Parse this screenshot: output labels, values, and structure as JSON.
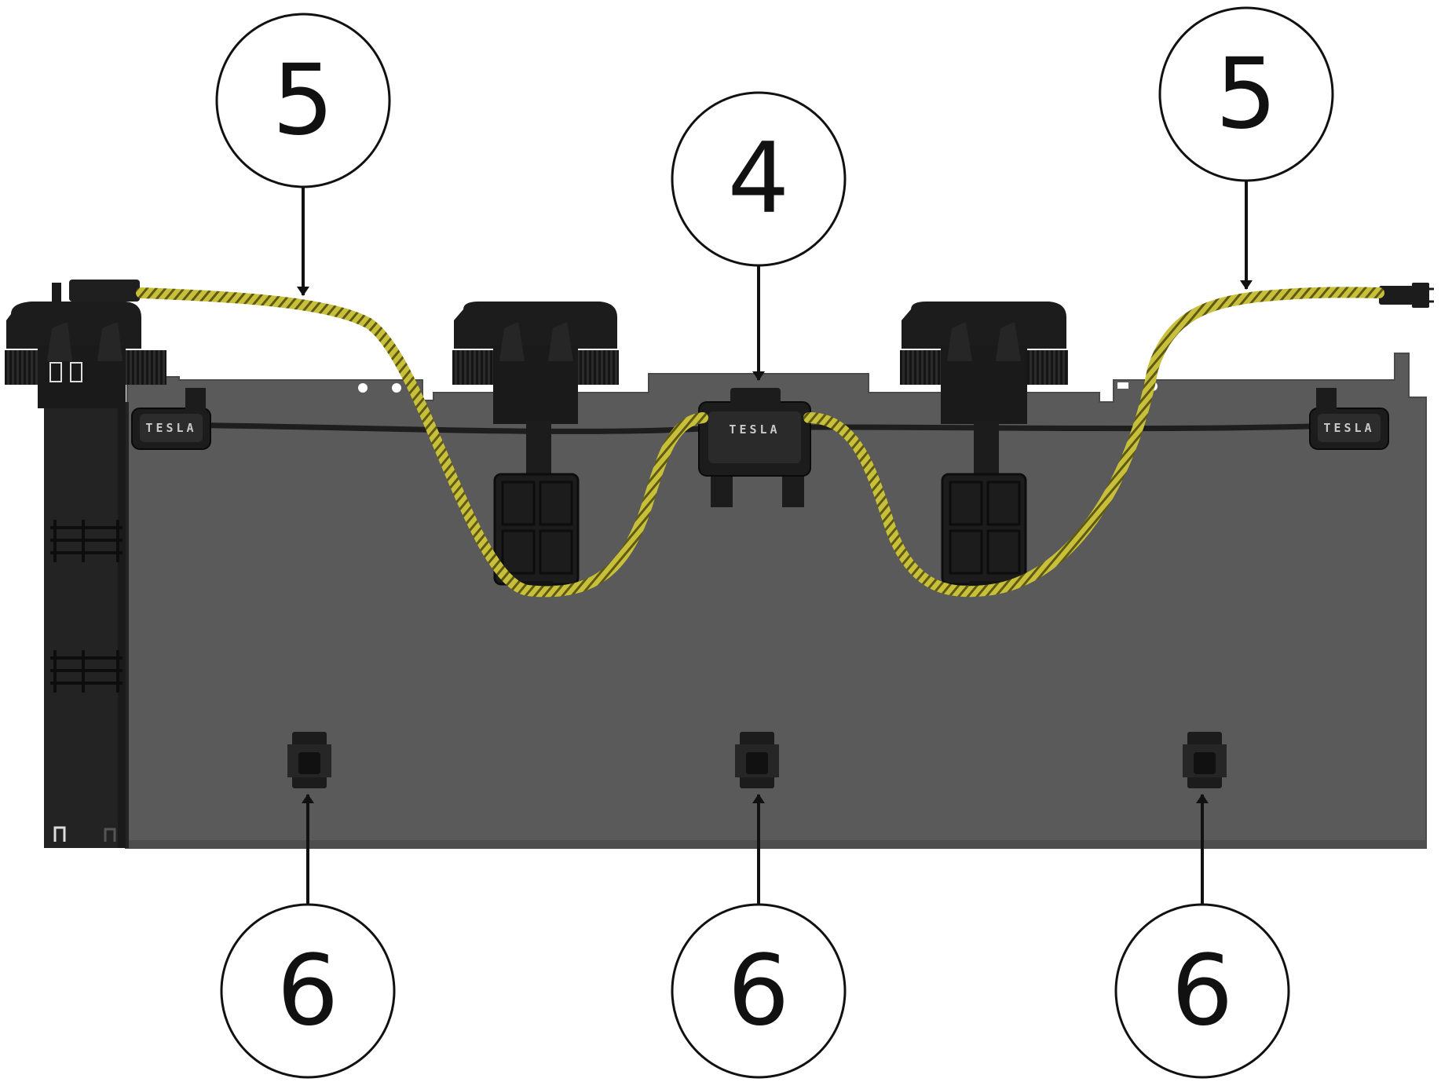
{
  "diagram": {
    "callouts": [
      {
        "id": "cable-left",
        "label": "5"
      },
      {
        "id": "junction-box",
        "label": "4"
      },
      {
        "id": "cable-right",
        "label": "5"
      },
      {
        "id": "clip-left",
        "label": "6"
      },
      {
        "id": "clip-center",
        "label": "6"
      },
      {
        "id": "clip-right",
        "label": "6"
      }
    ],
    "brand_labels": {
      "left_connector": "TESLA",
      "junction": "TESLA",
      "right_connector": "TESLA"
    },
    "colors": {
      "panel": "#5a5a5a",
      "panel_dark": "#2a2a2a",
      "rail": "#232323",
      "cable": "#c8c03a",
      "cable_stripe": "#5e5a14",
      "wire": "#1e1e1e",
      "hardware": "#1c1c1c",
      "callout_stroke": "#111111",
      "background": "#ffffff"
    }
  }
}
